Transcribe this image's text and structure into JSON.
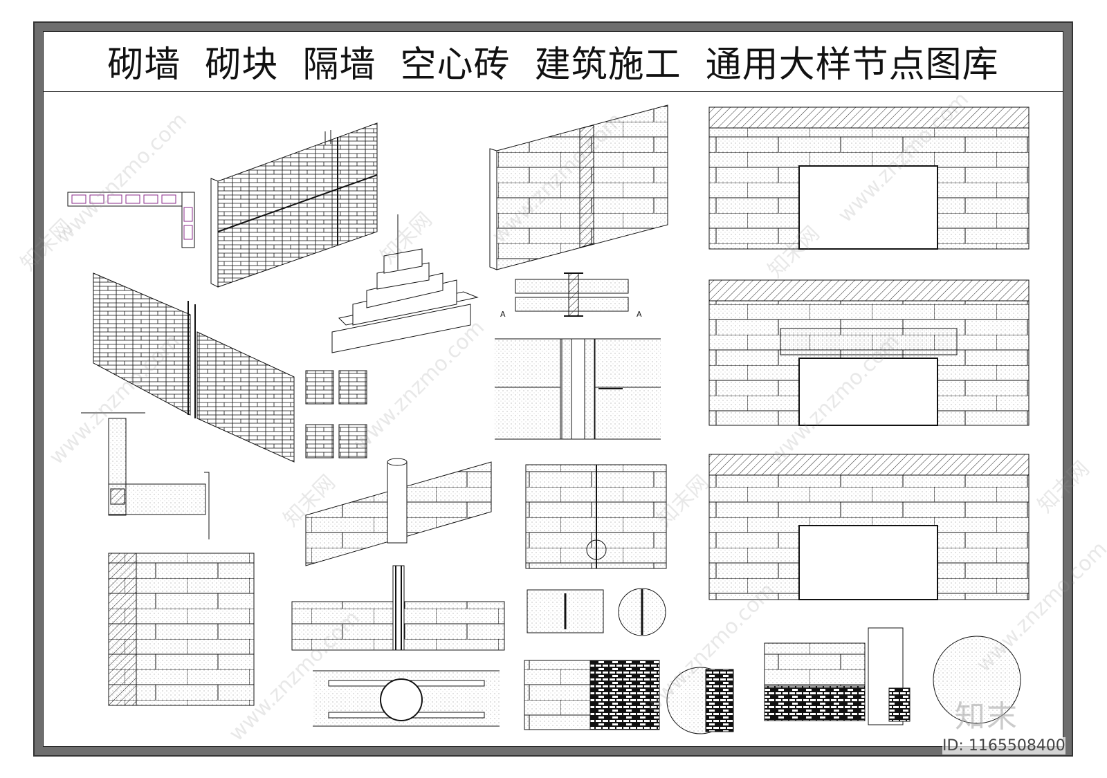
{
  "title": "砌墙  砌块  隔墙  空心砖  建筑施工  通用大样节点图库",
  "watermark": {
    "site": "www.znzmo.com",
    "brand": "知末网"
  },
  "logo_text": "知末",
  "id_label": "ID: 1165508400",
  "section_markers": {
    "left": "A",
    "right": "A"
  },
  "icons": {
    "rebar": "rebar-icon",
    "joint": "detail-circle-icon"
  },
  "colors": {
    "frame": "#6e6e6e",
    "line": "#111111",
    "rebar_accent": "#8a2a8a"
  }
}
